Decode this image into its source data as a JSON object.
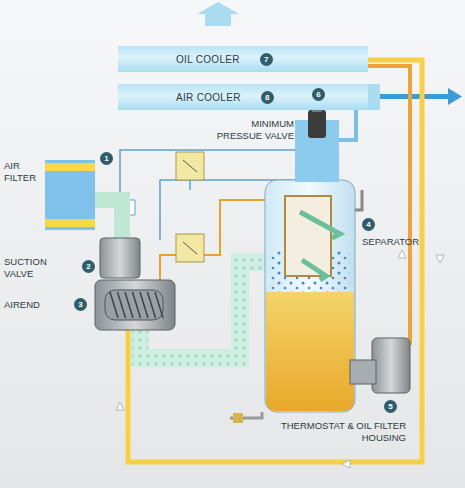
{
  "diagram": {
    "nodes": [
      {
        "text": [
          "OIL COOLER",
          "7"
        ]
      },
      {
        "text": [
          "AIR COOLER",
          "8"
        ]
      }
    ],
    "labels": [
      "AIR FILTER",
      "1",
      "SUCTION VALVE",
      "2",
      "AIREND",
      "3",
      "MINIMUM PRESSUE VALVE",
      "6",
      "SEPARATOR",
      "4",
      "THERMOSTAT & OIL FILTER HOUSING",
      "5"
    ]
  }
}
